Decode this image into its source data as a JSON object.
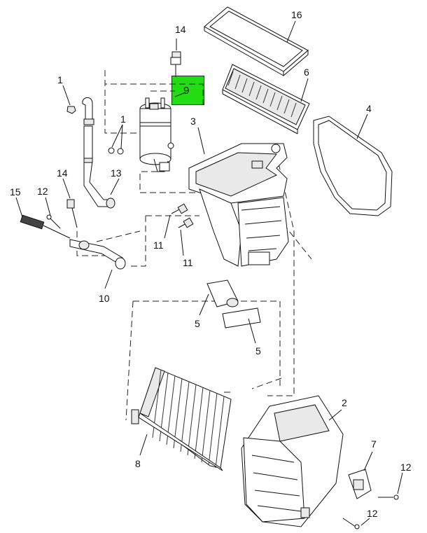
{
  "diagram": {
    "highlight_color": "#22dd11",
    "callouts": [
      {
        "id": "c16",
        "text": "16"
      },
      {
        "id": "c14a",
        "text": "14"
      },
      {
        "id": "c6",
        "text": "6"
      },
      {
        "id": "c9",
        "text": "9"
      },
      {
        "id": "c1a",
        "text": "1"
      },
      {
        "id": "c1b",
        "text": "1"
      },
      {
        "id": "c4",
        "text": "4"
      },
      {
        "id": "c3",
        "text": "3"
      },
      {
        "id": "c14b",
        "text": "14"
      },
      {
        "id": "c13",
        "text": "13"
      },
      {
        "id": "c15",
        "text": "15"
      },
      {
        "id": "c12a",
        "text": "12"
      },
      {
        "id": "c11a",
        "text": "11"
      },
      {
        "id": "c11b",
        "text": "11"
      },
      {
        "id": "c10",
        "text": "10"
      },
      {
        "id": "c5a",
        "text": "5"
      },
      {
        "id": "c5b",
        "text": "5"
      },
      {
        "id": "c2",
        "text": "2"
      },
      {
        "id": "c8",
        "text": "8"
      },
      {
        "id": "c7",
        "text": "7"
      },
      {
        "id": "c12b",
        "text": "12"
      },
      {
        "id": "c12c",
        "text": "12"
      }
    ]
  }
}
